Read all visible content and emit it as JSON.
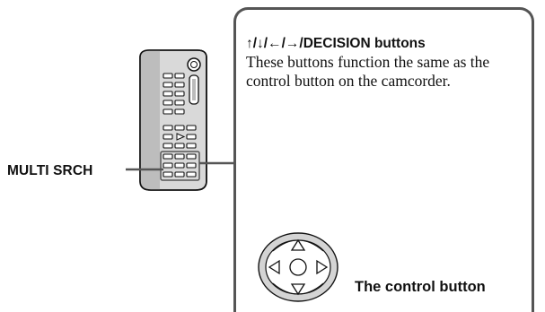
{
  "remote_label": "MULTI SRCH",
  "callout": {
    "title": "↑/↓/←/→/DECISION buttons",
    "body": "These buttons function the same as the control button on the camcorder.",
    "control_caption": "The control button"
  }
}
